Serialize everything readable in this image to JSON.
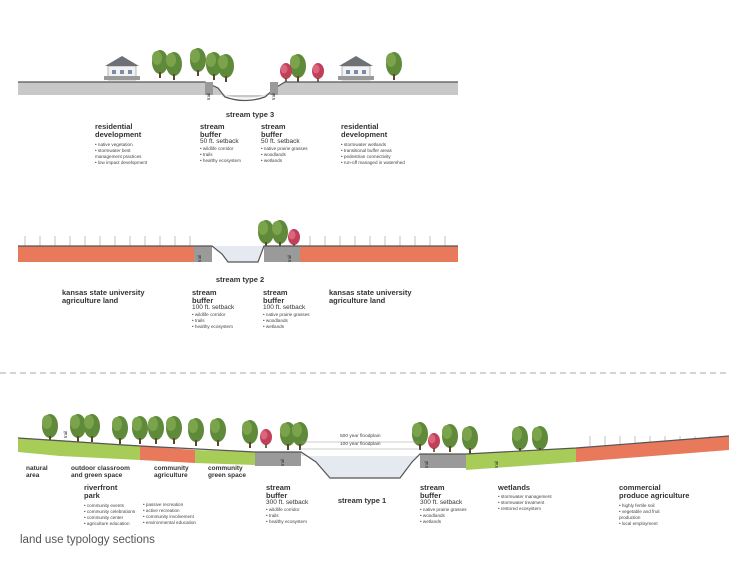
{
  "caption": "land use typology sections",
  "trail_label": "trail",
  "stream3": {
    "type_label": "stream type 3",
    "residential_left": {
      "title_1": "residential",
      "title_2": "development",
      "bullets": [
        "• native vegetation",
        "• stormwater best",
        "  management practices",
        "• low impact development"
      ]
    },
    "buffer_left": {
      "title_1": "stream",
      "title_2": "buffer",
      "setback": "50 ft. setback",
      "bullets": [
        "• wildlife corridor",
        "• trails",
        "• healthy ecosystem"
      ]
    },
    "buffer_right": {
      "title_1": "stream",
      "title_2": "buffer",
      "setback": "50 ft. setback",
      "bullets": [
        "• native prairie grasses",
        "• woodlands",
        "• wetlands"
      ]
    },
    "residential_right": {
      "title_1": "residential",
      "title_2": "development",
      "bullets": [
        "• stormwater wetlands",
        "• transitional buffer areas",
        "• pedestrian connectivity",
        "• run-off managed in watershed"
      ]
    }
  },
  "stream2": {
    "type_label": "stream type 2",
    "ag_left": {
      "title_1": "kansas state university",
      "title_2": "agriculture land"
    },
    "buffer_left": {
      "title_1": "stream",
      "title_2": "buffer",
      "setback": "100 ft. setback",
      "bullets": [
        "• wildlife corridor",
        "• trails",
        "• healthy ecosystem"
      ]
    },
    "buffer_right": {
      "title_1": "stream",
      "title_2": "buffer",
      "setback": "100 ft. setback",
      "bullets": [
        "• native prairie grasses",
        "• woodlands",
        "• wetlands"
      ]
    },
    "ag_right": {
      "title_1": "kansas state university",
      "title_2": "agriculture land"
    }
  },
  "stream1": {
    "type_label": "stream type 1",
    "floodplain_500": "500 year floodplain",
    "floodplain_100": "100 year floodplain",
    "natural_area": {
      "title_1": "natural",
      "title_2": "area"
    },
    "outdoor_classroom": {
      "title_1": "outdoor classroom",
      "title_2": "and green space"
    },
    "community_ag": {
      "title_1": "community",
      "title_2": "agriculture"
    },
    "community_green": {
      "title_1": "community",
      "title_2": "green space"
    },
    "riverfront_park": {
      "title_1": "riverfront",
      "title_2": "park",
      "bullets_a": [
        "• community events",
        "• community celebrations",
        "• community center",
        "• agriculture education"
      ],
      "bullets_b": [
        "• passive recreation",
        "• active recreation",
        "• community involvement",
        "• environmental education"
      ]
    },
    "buffer_left": {
      "title_1": "stream",
      "title_2": "buffer",
      "setback": "300 ft. setback",
      "bullets": [
        "• wildlife corridor",
        "• trails",
        "• healthy ecosystem"
      ]
    },
    "buffer_right": {
      "title_1": "stream",
      "title_2": "buffer",
      "setback": "300 ft. setback",
      "bullets": [
        "• native prairie grasses",
        "• woodlands",
        "• wetlands"
      ]
    },
    "wetlands": {
      "title_1": "wetlands",
      "bullets": [
        "• stormwater management",
        "• stormwater treatment",
        "• restored ecosystem"
      ]
    },
    "commercial": {
      "title_1": "commercial",
      "title_2": "produce agriculture",
      "bullets": [
        "• highly fertile soil",
        "• vegetable and fruit",
        "  production",
        "• local employment"
      ]
    }
  },
  "colors": {
    "ground_gray": "#c8c8c8",
    "agriculture_red": "#e8795a",
    "grass_green": "#a8cc58",
    "trail_gray": "#8a8a8a",
    "water": "#e4eaf0",
    "tree": "#5f8a3a",
    "tree_red": "#c0405a"
  }
}
